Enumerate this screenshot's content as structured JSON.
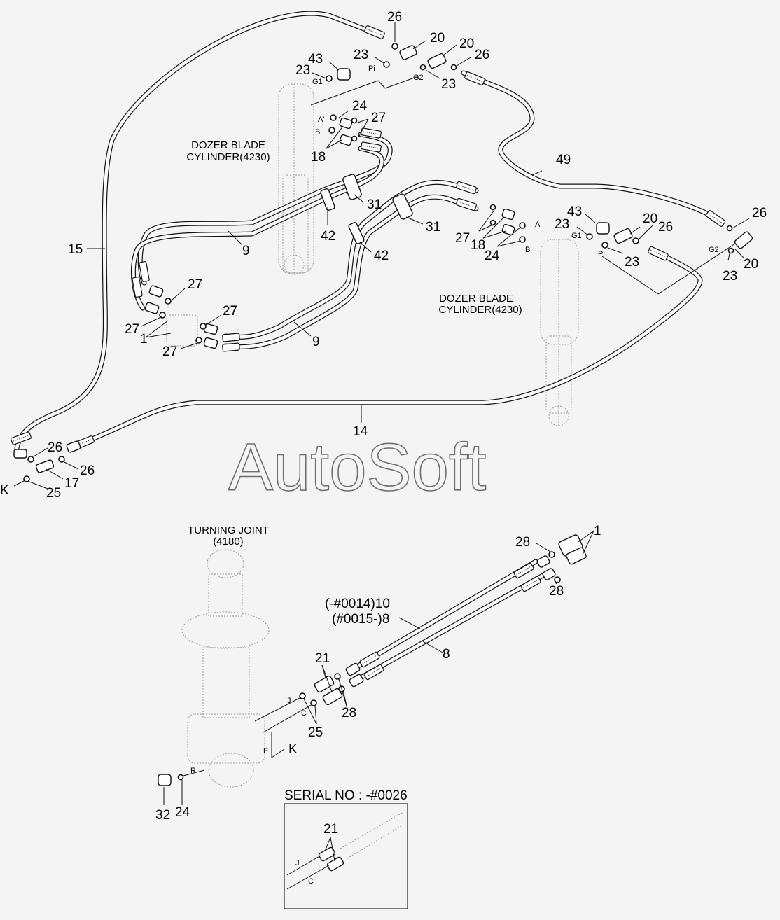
{
  "watermark": "AutoSoft",
  "components": {
    "dozer_cylinder_left": [
      "DOZER BLADE",
      "CYLINDER(4230)"
    ],
    "dozer_cylinder_right": [
      "DOZER BLADE",
      "CYLINDER(4230)"
    ],
    "turning_joint": [
      "TURNING JOINT",
      "(4180)"
    ]
  },
  "inset_title": "SERIAL NO : -#0026",
  "hose_variants": [
    "(-#0014)10",
    "(#0015-)8"
  ],
  "part_numbers": {
    "p1": "1",
    "p8": "8",
    "p9": "9",
    "p14": "14",
    "p15": "15",
    "p17": "17",
    "p18": "18",
    "p20": "20",
    "p21": "21",
    "p23": "23",
    "p24": "24",
    "p25": "25",
    "p26": "26",
    "p27": "27",
    "p28": "28",
    "p31": "31",
    "p32": "32",
    "p42": "42",
    "p43": "43",
    "p49": "49"
  },
  "ports": {
    "g1": "G1",
    "g2": "G2",
    "pi": "Pi",
    "a": "A'",
    "b": "B'",
    "j": "J",
    "c": "C",
    "e": "E",
    "r": "R",
    "k": "K"
  }
}
